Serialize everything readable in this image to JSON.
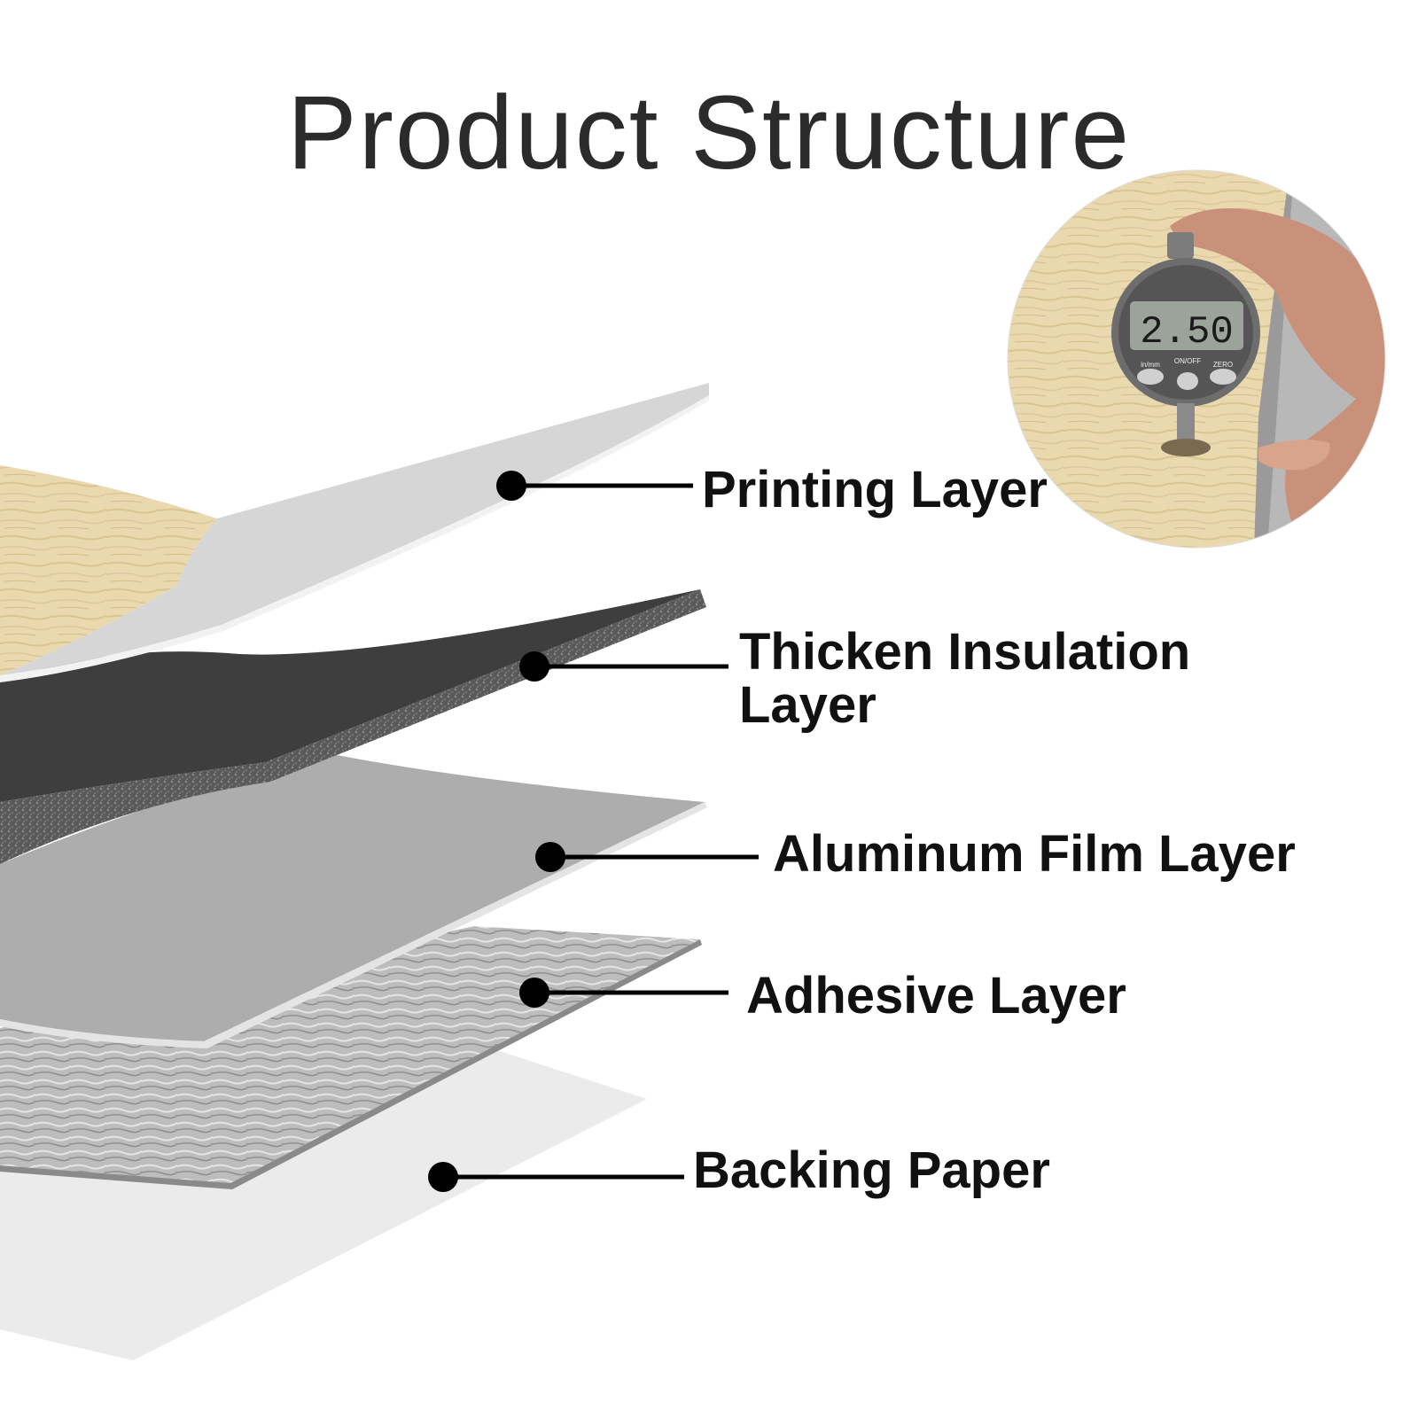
{
  "title": "Product Structure",
  "layers": [
    {
      "id": "printing",
      "label": "Printing Layer"
    },
    {
      "id": "insulation",
      "label_line1": "Thicken Insulation",
      "label_line2": "Layer"
    },
    {
      "id": "aluminum",
      "label": "Aluminum Film Layer"
    },
    {
      "id": "adhesive",
      "label": "Adhesive Layer"
    },
    {
      "id": "backing",
      "label": "Backing Paper"
    }
  ],
  "gauge": {
    "reading": "2.50",
    "buttons": [
      "in/mm",
      "ON/OFF",
      "ZERO"
    ]
  },
  "colors": {
    "wood": "#e8d8ae",
    "printing_back": "#d4d4d4",
    "insulation": "#454545",
    "aluminum": "#aaaaaa",
    "adhesive": "#b9b9b9",
    "backing": "#eaeaea",
    "text": "#111111"
  }
}
